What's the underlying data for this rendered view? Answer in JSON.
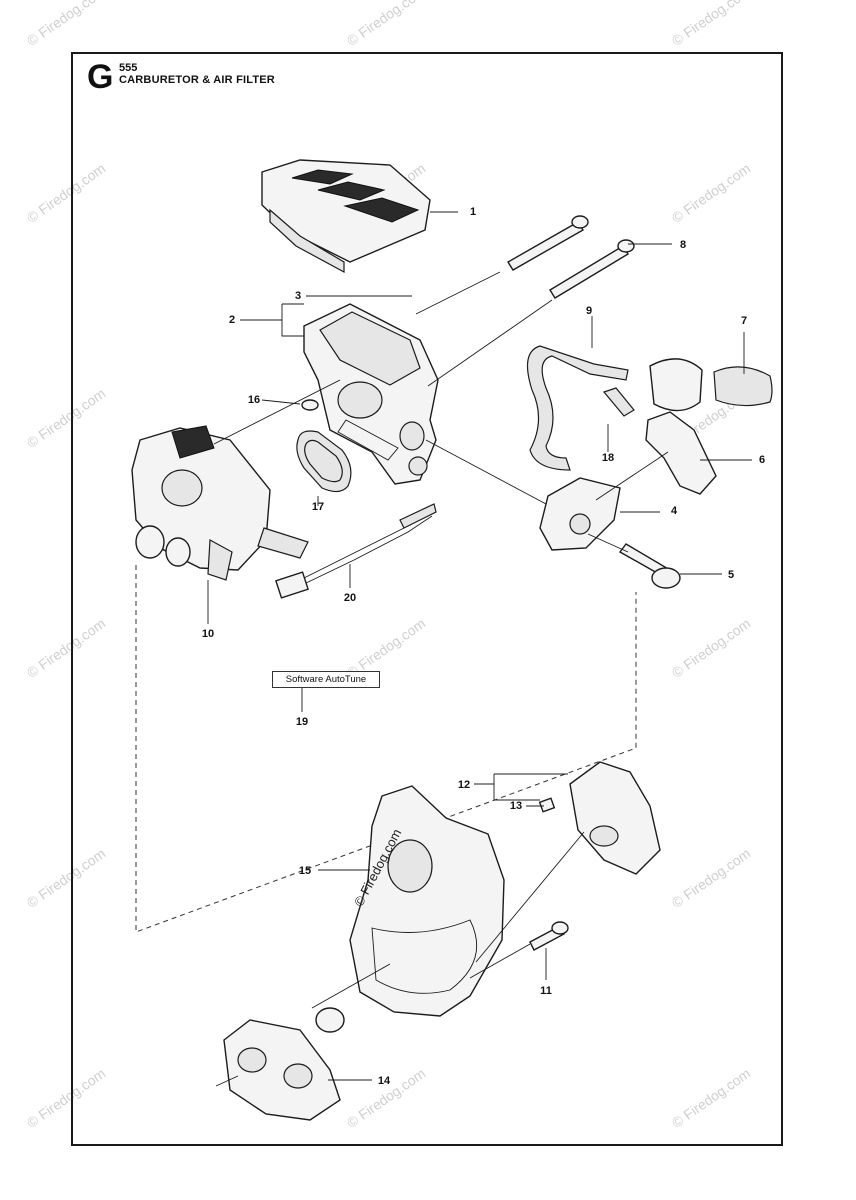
{
  "header": {
    "section_letter": "G",
    "model": "555",
    "title": "CARBURETOR & AIR FILTER"
  },
  "software_box": "Software AutoTune",
  "callouts": {
    "c1": "1",
    "c2": "2",
    "c3": "3",
    "c4": "4",
    "c5": "5",
    "c6": "6",
    "c7": "7",
    "c8": "8",
    "c9": "9",
    "c10": "10",
    "c11": "11",
    "c12": "12",
    "c13": "13",
    "c14": "14",
    "c15": "15",
    "c16": "16",
    "c17": "17",
    "c18": "18",
    "c19": "19",
    "c20": "20"
  },
  "watermark": "© Firedog.com"
}
